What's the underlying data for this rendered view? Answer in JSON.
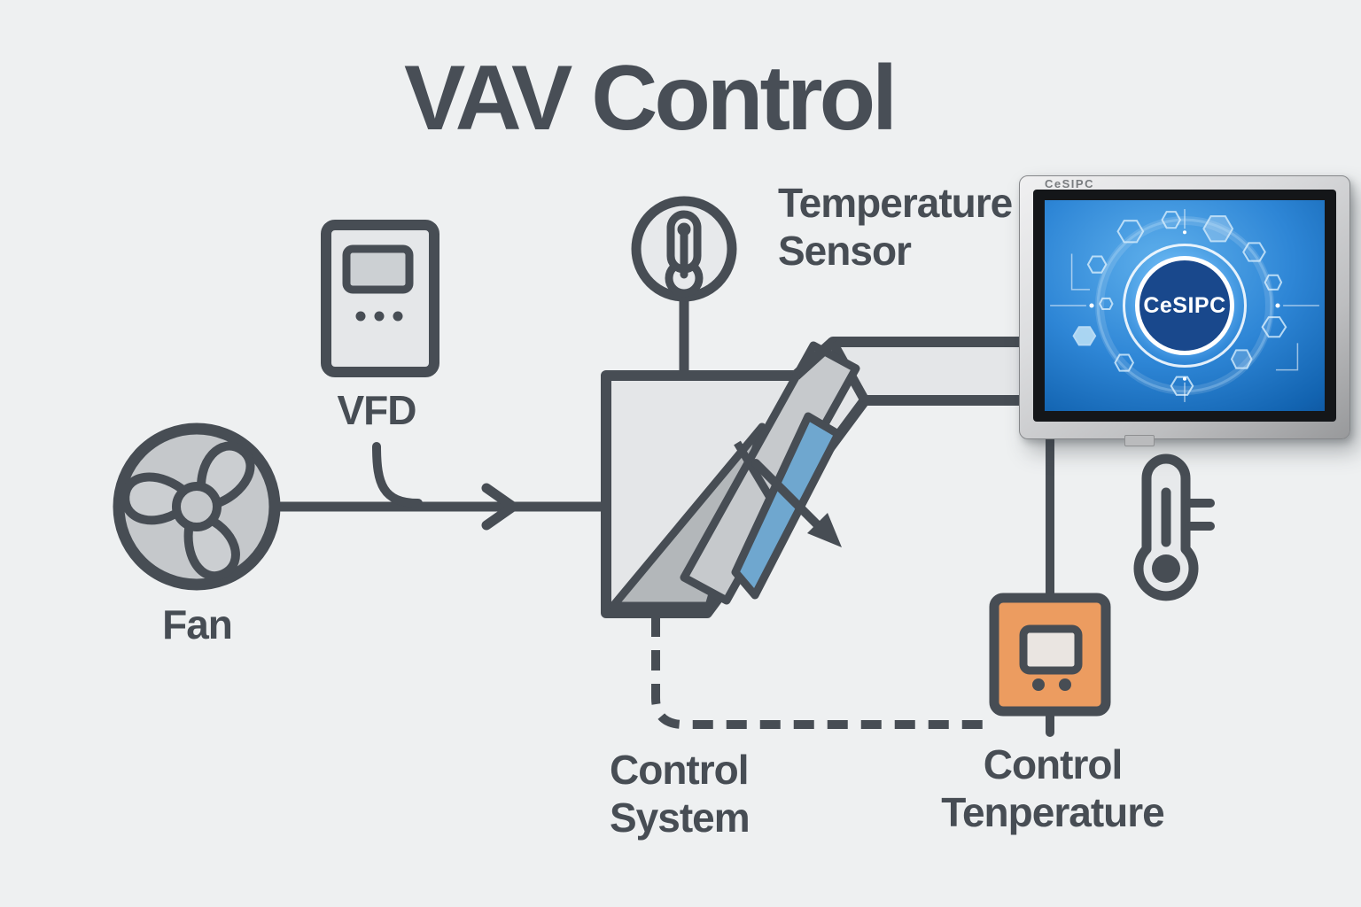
{
  "title": "VAV Control",
  "labels": {
    "fan": "Fan",
    "vfd": "VFD",
    "temperature_sensor_line1": "Temperature",
    "temperature_sensor_line2": "Sensor",
    "control_system_line1": "Control",
    "control_system_line2": "System",
    "control_temperature_line1": "Control",
    "control_temperature_line2": "Tenperature"
  },
  "tablet": {
    "bezel_brand": "CeSIPC",
    "logo_text": "CeSIPC"
  },
  "icons": [
    "fan-icon",
    "vfd-icon",
    "temperature-sensor-icon",
    "duct-damper-icon",
    "airflow-arrow-icon",
    "flow-chevron-icon",
    "thermostat-icon",
    "thermometer-icon",
    "cesipc-logo"
  ],
  "colors": {
    "background": "#eef0f1",
    "line_dark": "#474d54",
    "duct_fill": "#e4e6e8",
    "damper_gray": "#c6c9cc",
    "damper_blue": "#6fa7cf",
    "thermostat_orange": "#ec9c60",
    "screen_blue": "#1263b0",
    "logo_disc_blue": "#19488c"
  }
}
